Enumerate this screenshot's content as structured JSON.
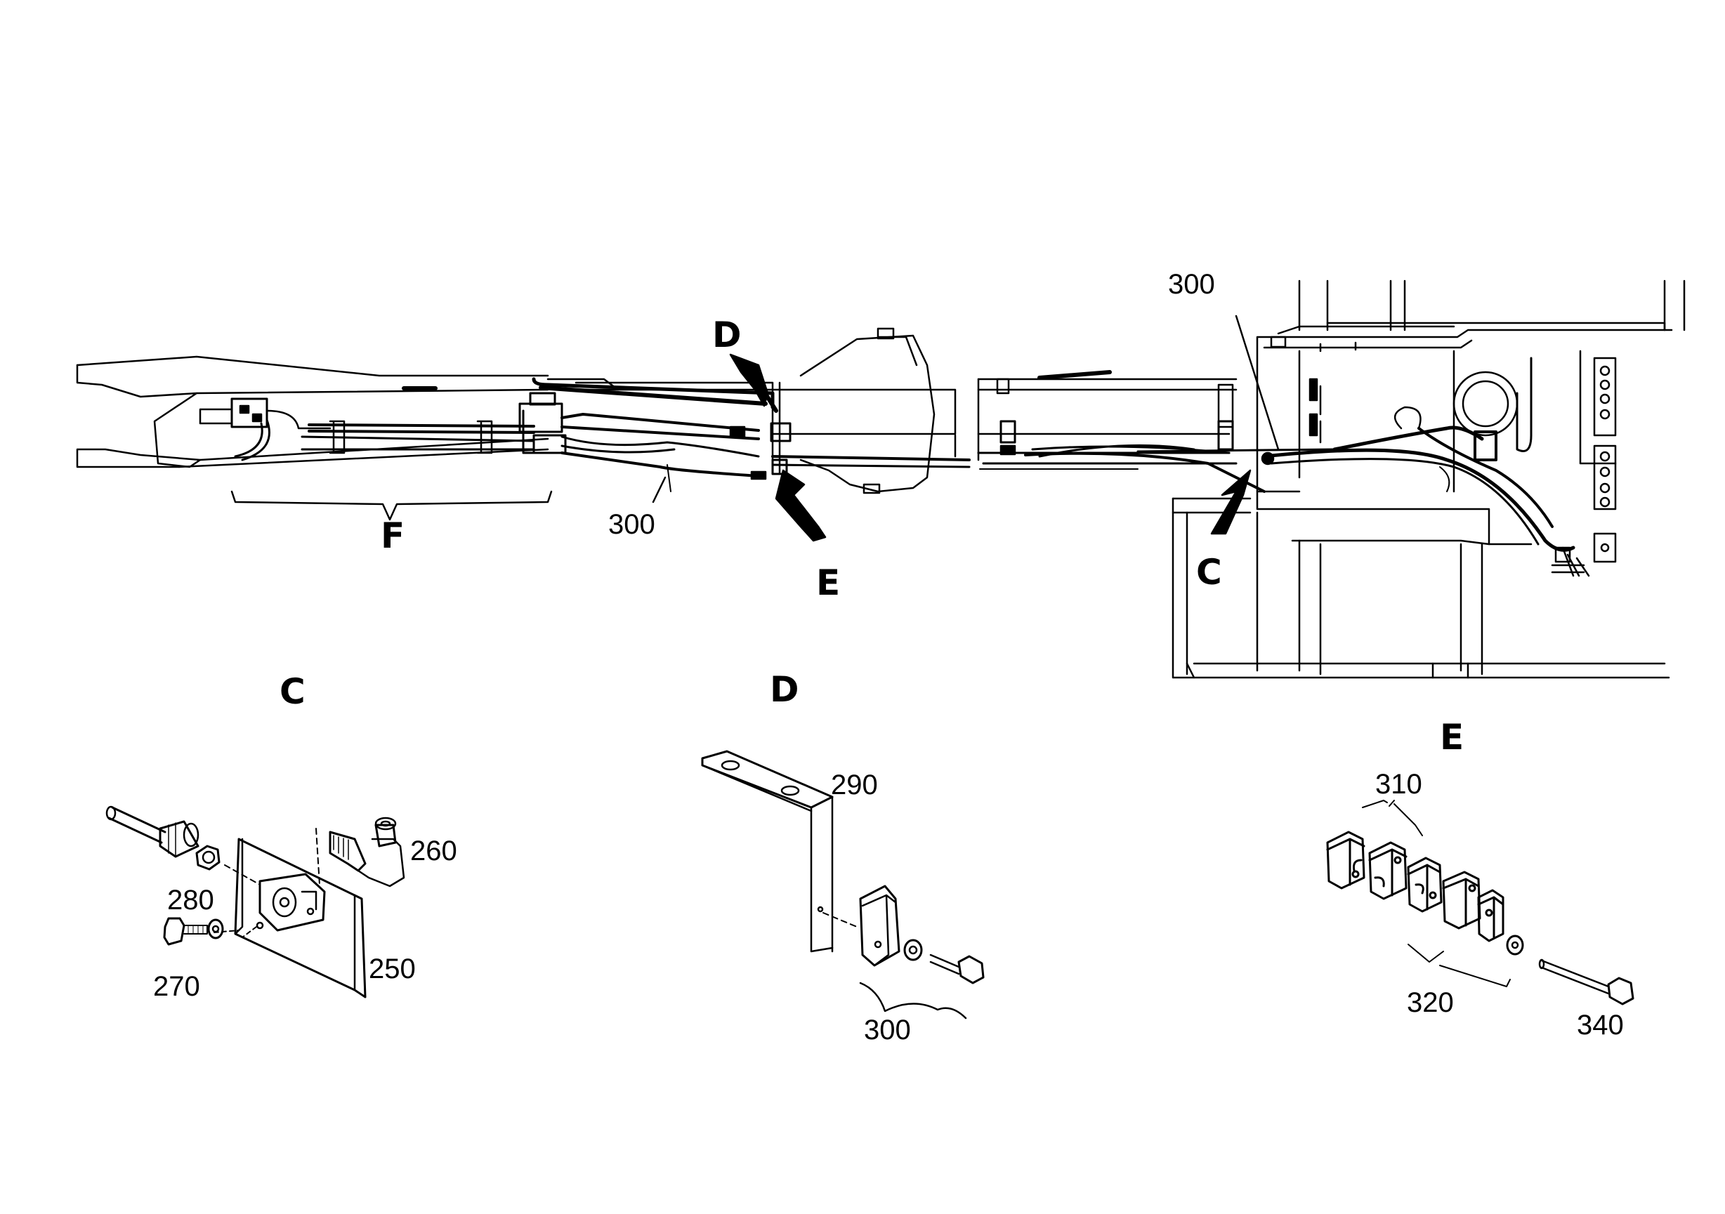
{
  "callouts": {
    "main_300_left": "300",
    "main_300_right": "300",
    "p250": "250",
    "p260": "260",
    "p270": "270",
    "p280": "280",
    "p290": "290",
    "p300_detail": "300",
    "p310": "310",
    "p320": "320",
    "p340": "340"
  },
  "detail_refs": {
    "arrow_c": "C",
    "arrow_d": "D",
    "arrow_e": "E",
    "bracket_f": "F",
    "heading_c": "C",
    "heading_d": "D",
    "heading_e": "E"
  }
}
